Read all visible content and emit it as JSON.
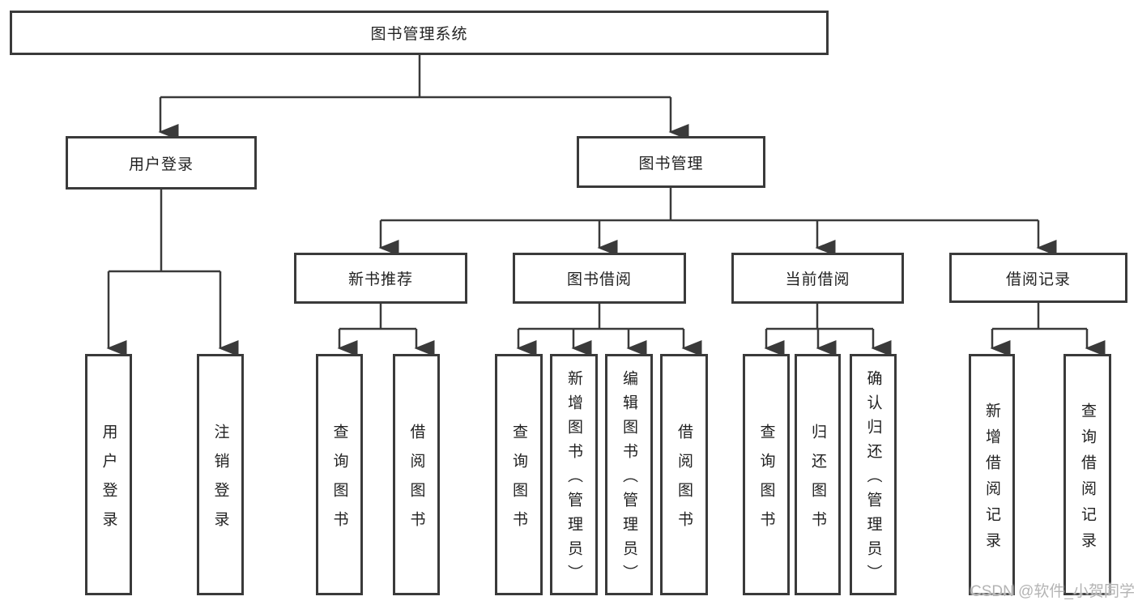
{
  "tree": {
    "root": "图书管理系统",
    "l2": [
      {
        "label": "用户登录",
        "leaves": [
          "用户登录",
          "注销登录"
        ]
      },
      {
        "label": "图书管理",
        "l3": [
          {
            "label": "新书推荐",
            "leaves": [
              "查询图书",
              "借阅图书"
            ]
          },
          {
            "label": "图书借阅",
            "leaves": [
              "查询图书",
              "新增图书（管理员）",
              "编辑图书（管理员）",
              "借阅图书"
            ]
          },
          {
            "label": "当前借阅",
            "leaves": [
              "查询图书",
              "归还图书",
              "确认归还（管理员）"
            ]
          },
          {
            "label": "借阅记录",
            "leaves": [
              "新增借阅记录",
              "查询借阅记录"
            ]
          }
        ]
      }
    ]
  },
  "watermark": {
    "text": "CSDN @软件_小贺同学"
  },
  "colors": {
    "line": "#3a3a3a",
    "box_border": "#3a3a3a",
    "text": "#222222",
    "background": "#ffffff",
    "watermark": "#b4b4b4"
  }
}
